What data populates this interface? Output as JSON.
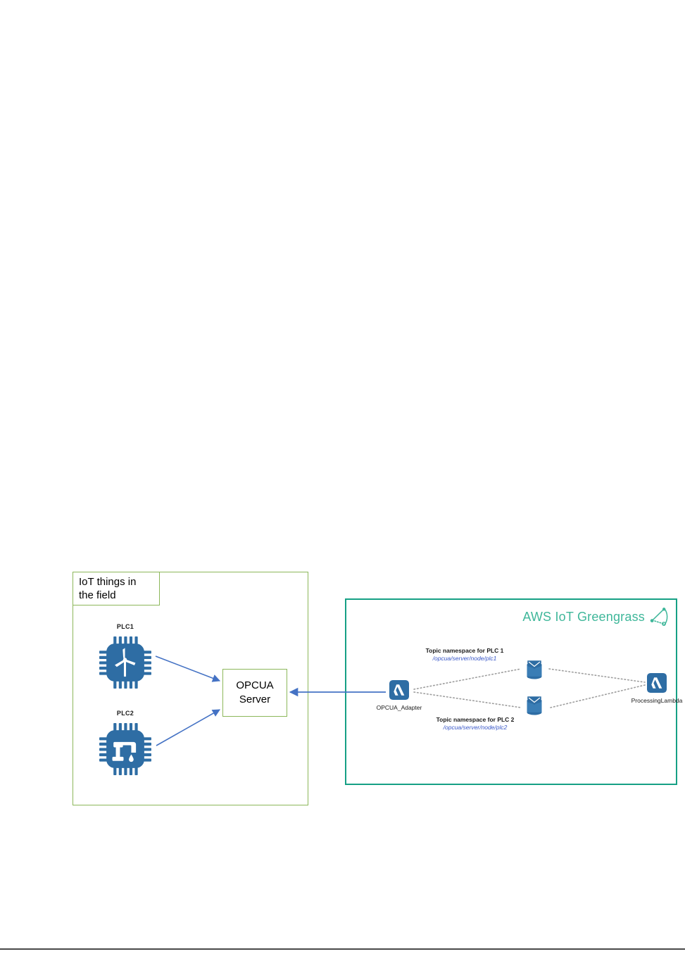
{
  "figure": {
    "title": "AWS IoT Greengrass OPC-UA architecture diagram",
    "colors": {
      "field_border": "#8cb75a",
      "greengrass_border": "#16a085",
      "greengrass_title": "#3fb79a",
      "aws_blue": "#2e6da4",
      "arrow_blue": "#4472c4",
      "path_blue": "#3a58c8",
      "dotted_gray": "#9d9d9d",
      "rule_gray": "#4a4a4a"
    }
  },
  "field": {
    "label": "IoT things in\nthe field",
    "things": [
      {
        "caption": "PLC1",
        "icon": "chip-wind-turbine-icon"
      },
      {
        "caption": "PLC2",
        "icon": "chip-water-tap-icon"
      }
    ]
  },
  "opcua_server": {
    "line1": "OPCUA",
    "line2": "Server"
  },
  "greengrass": {
    "title": "AWS IoT Greengrass",
    "logo": "aws-iot-greengrass-logo-icon",
    "adapter": {
      "caption": "OPCUA_Adapter",
      "icon": "lambda-icon"
    },
    "processing": {
      "caption": "ProcessingLambda",
      "icon": "lambda-icon"
    },
    "queues": [
      {
        "name": "queue-plc1",
        "icon": "message-queue-icon"
      },
      {
        "name": "queue-plc2",
        "icon": "message-queue-icon"
      }
    ],
    "topics": [
      {
        "title": "Topic namespace for PLC 1",
        "path": "/opcua/server/node/plc1"
      },
      {
        "title": "Topic namespace for PLC 2",
        "path": "/opcua/server/node/plc2"
      }
    ]
  }
}
